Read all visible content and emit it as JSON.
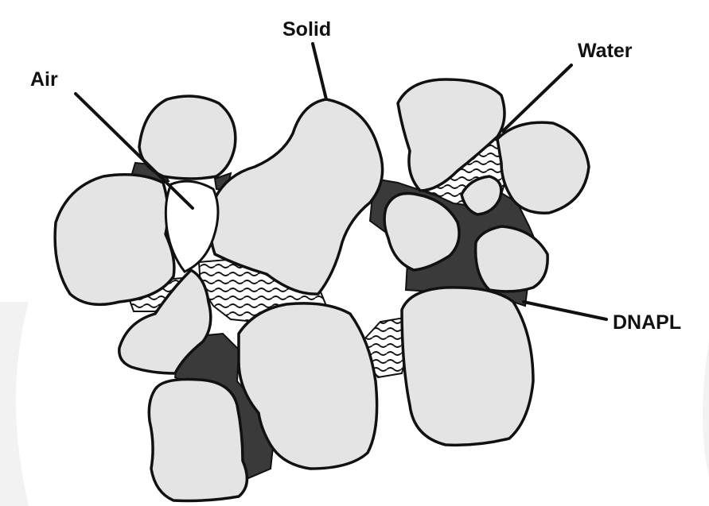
{
  "labels": {
    "air": "Air",
    "solid": "Solid",
    "water": "Water",
    "dnapl": "DNAPL"
  },
  "colors": {
    "solid_fill": "#e4e4e4",
    "outline": "#111111",
    "dnapl_fill": "#3a3a3a",
    "water_fill": "#ffffff",
    "air_fill": "#ffffff",
    "background": "#ffffff",
    "side_arc": "#f2f2f2"
  },
  "legend_items": [
    "Air",
    "Solid",
    "Water",
    "DNAPL"
  ]
}
